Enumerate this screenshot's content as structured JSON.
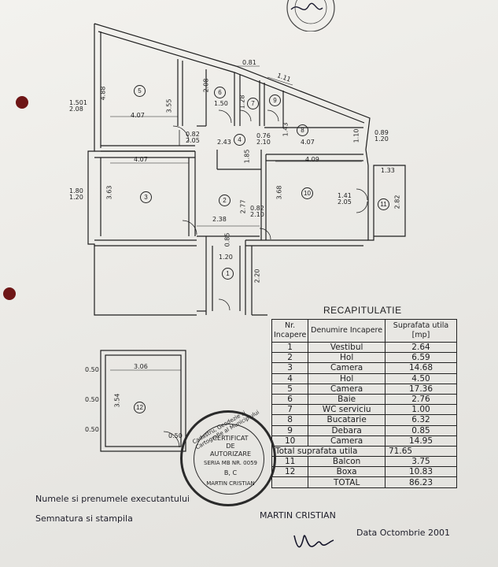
{
  "plan": {
    "dims": {
      "d_0_81": "0.81",
      "d_1_11": "1.11",
      "d_4_88": "4.88",
      "d_1_501": "1.501",
      "d_2_08a": "2.08",
      "d_2_08b": "2.08",
      "d_3_55": "3.55",
      "d_1_50": "1.50",
      "d_1_28": "1.28",
      "d_4_07a": "4.07",
      "d_0_82a": "0.82",
      "d_2_05a": "2.05",
      "d_2_43": "2.43",
      "d_0_76": "0.76",
      "d_2_10a": "2.10",
      "d_1_43": "1.43",
      "d_4_07b": "4.07",
      "d_1_10": "1.10",
      "d_0_89": "0.89",
      "d_1_20a": "1.20",
      "d_4_07c": "4.07",
      "d_1_85": "1.85",
      "d_4_09": "4.09",
      "d_1_33": "1.33",
      "d_1_80": "1.80",
      "d_1_20b": "1.20",
      "d_3_63": "3.63",
      "d_2_77": "2.77",
      "d_3_68": "3.68",
      "d_1_41": "1.41",
      "d_2_05b": "2.05",
      "d_2_82": "2.82",
      "d_0_82b": "0.82",
      "d_2_10b": "2.10",
      "d_2_38": "2.38",
      "d_0_85": "0.85",
      "d_1_20c": "1.20",
      "d_2_20": "2.20",
      "d_3_06": "3.06",
      "d_3_54": "3.54",
      "d_0_50": "0.50"
    },
    "rooms": {
      "r1": "1",
      "r2": "2",
      "r3": "3",
      "r4": "4",
      "r5": "5",
      "r6": "6",
      "r7": "7",
      "r8": "8",
      "r9": "9",
      "r10": "10",
      "r11": "11",
      "r12": "12"
    }
  },
  "recap": {
    "title": "RECAPITULATIE",
    "headers": {
      "nr": "Nr. Incapere",
      "denumire": "Denumire Incapere",
      "suprafata": "Suprafata utila [mp]"
    },
    "rows": [
      {
        "nr": "1",
        "name": "Vestibul",
        "area": "2.64"
      },
      {
        "nr": "2",
        "name": "Hol",
        "area": "6.59"
      },
      {
        "nr": "3",
        "name": "Camera",
        "area": "14.68"
      },
      {
        "nr": "4",
        "name": "Hol",
        "area": "4.50"
      },
      {
        "nr": "5",
        "name": "Camera",
        "area": "17.36"
      },
      {
        "nr": "6",
        "name": "Baie",
        "area": "2.76"
      },
      {
        "nr": "7",
        "name": "WC serviciu",
        "area": "1.00"
      },
      {
        "nr": "8",
        "name": "Bucatarie",
        "area": "6.32"
      },
      {
        "nr": "9",
        "name": "Debara",
        "area": "0.85"
      },
      {
        "nr": "10",
        "name": "Camera",
        "area": "14.95"
      }
    ],
    "total_util_label": "Total suprafata utila",
    "total_util_value": "71.65",
    "extra_rows": [
      {
        "nr": "11",
        "name": "Balcon",
        "area": "3.75"
      },
      {
        "nr": "12",
        "name": "Boxa",
        "area": "10.83"
      }
    ],
    "total_label": "TOTAL",
    "total_value": "86.23"
  },
  "stamp": {
    "line1": "CERTIFICAT",
    "line2": "DE",
    "line3": "AUTORIZARE",
    "line4": "SERIA MB NR. 0059",
    "line5": "B, C",
    "line6": "MARTIN CRISTIAN",
    "ring": "Cadastru, Geodezie si Cartografie al Municipiului"
  },
  "footer": {
    "line1": "Numele si prenumele executantului",
    "name": "MARTIN CRISTIAN",
    "line2": "Semnatura si stampila",
    "date": "Data Octombrie 2001"
  }
}
